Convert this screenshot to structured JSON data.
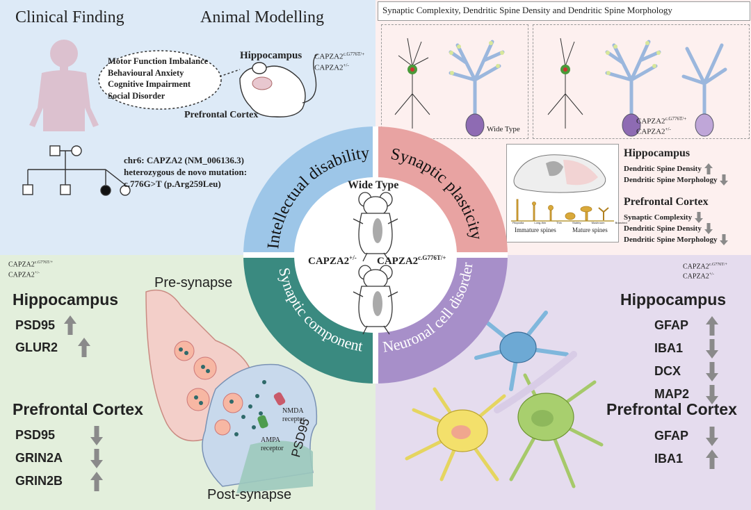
{
  "colors": {
    "clinical_bg": "#ddeaf7",
    "plasticity_bg": "#fdf0ef",
    "component_bg": "#e3efdc",
    "neuronal_bg": "#e5dcee",
    "intellectual_ring": "#9dc6e8",
    "plasticity_ring": "#e8a3a2",
    "component_ring": "#3a8a80",
    "neuronal_ring": "#a78fc9",
    "arrow": "#8a8a8a"
  },
  "top_left": {
    "clinical_finding": "Clinical Finding",
    "animal_modelling": "Animal Modelling",
    "symptoms": [
      "Motor Function Imbalance",
      "Behavioural Anxiety",
      "Cognitive Impairment",
      "Social Disorder"
    ],
    "hippocampus": "Hippocampus",
    "prefrontal_cortex": "Prefrontal Cortex",
    "genotype_1": "CAPZA2",
    "genotype_1_sup": "c.G776T/+",
    "genotype_2": "CAPZA2",
    "genotype_2_sup": "+/-",
    "mutation_lines": [
      "chr6: CAPZA2 (NM_006136.3)",
      "heterozygous de novo mutation:",
      "c.776G>T (p.Arg259Leu)"
    ]
  },
  "top_right": {
    "title": "Synaptic Complexity, Dendritic Spine Density and Dendritic Spine Morphology",
    "wild_type": "Wide Type",
    "genotype_1": "CAPZA2",
    "genotype_1_sup": "c.G776T/+",
    "genotype_2": "CAPZA2",
    "genotype_2_sup": "+/-",
    "spine_types": [
      "Filopodia",
      "Long-thin",
      "Thin",
      "Stubby",
      "Mushroom",
      "Branched"
    ],
    "immature_spines": "Immature spines",
    "mature_spines": "Mature spines",
    "hippocampus": "Hippocampus",
    "hippocampus_items": [
      {
        "label": "Dendritic Spine Density",
        "direction": "up"
      },
      {
        "label": "Dendritic Spine Morphology",
        "direction": "down"
      }
    ],
    "prefrontal_cortex": "Prefrontal Cortex",
    "prefrontal_items": [
      {
        "label": "Synaptic Complexity",
        "direction": "down"
      },
      {
        "label": "Dendritic Spine Density",
        "direction": "down"
      },
      {
        "label": "Dendritic Spine Morphology",
        "direction": "down"
      }
    ]
  },
  "center": {
    "ring_labels": [
      "Intellectual disability",
      "Synaptic plasticity",
      "Synaptic component",
      "Neuronal cell disorder"
    ],
    "wild_type": "Wide Type",
    "genotype_left": "CAPZA2",
    "genotype_left_sup": "+/-",
    "genotype_right": "CAPZA2",
    "genotype_right_sup": "c.G776T/+"
  },
  "bottom_left": {
    "genotype_1": "CAPZA2",
    "genotype_1_sup": "c.G776T/+",
    "genotype_2": "CAPZA2",
    "genotype_2_sup": "+/-",
    "hippocampus": "Hippocampus",
    "hippocampus_items": [
      {
        "label": "PSD95",
        "direction": "up"
      },
      {
        "label": "GLUR2",
        "direction": "up"
      }
    ],
    "prefrontal_cortex": "Prefrontal Cortex",
    "prefrontal_items": [
      {
        "label": "PSD95",
        "direction": "down"
      },
      {
        "label": "GRIN2A",
        "direction": "down"
      },
      {
        "label": "GRIN2B",
        "direction": "up"
      }
    ],
    "pre_synapse": "Pre-synapse",
    "post_synapse": "Post-synapse",
    "nmda_1": "NMDA",
    "nmda_2": "receptor",
    "ampa_1": "AMPA",
    "ampa_2": "receptor",
    "psd95": "PSD95"
  },
  "bottom_right": {
    "genotype_1": "CAPZA2",
    "genotype_1_sup": "c.G776T/+",
    "genotype_2": "CAPZA2",
    "genotype_2_sup": "+/-",
    "hippocampus": "Hippocampus",
    "hippocampus_items": [
      {
        "label": "GFAP",
        "direction": "up"
      },
      {
        "label": "IBA1",
        "direction": "down"
      },
      {
        "label": "DCX",
        "direction": "down"
      },
      {
        "label": "MAP2",
        "direction": "down"
      }
    ],
    "prefrontal_cortex": "Prefrontal Cortex",
    "prefrontal_items": [
      {
        "label": "GFAP",
        "direction": "down"
      },
      {
        "label": "IBA1",
        "direction": "up"
      }
    ]
  }
}
